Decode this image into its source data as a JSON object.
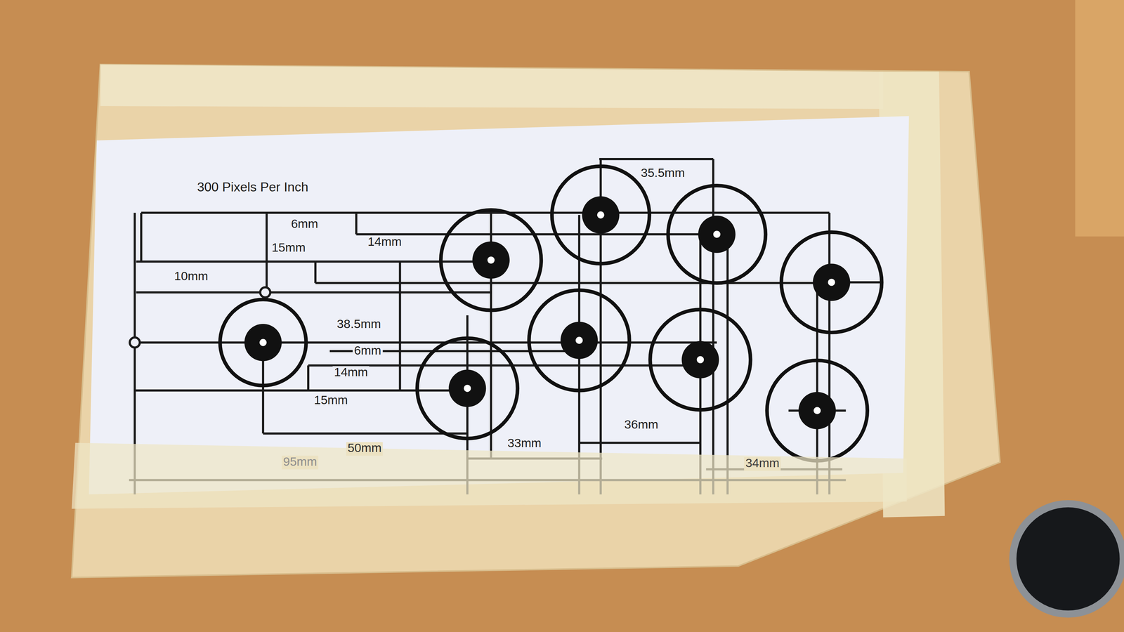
{
  "diagram": {
    "labels": [
      "300 Pixels Per Inch",
      "35.5mm",
      "6mm",
      "14mm",
      "15mm",
      "10mm",
      "38.5mm",
      "6mm",
      "14mm",
      "15mm",
      "50mm",
      "95mm",
      "33mm",
      "36mm",
      "34mm"
    ]
  }
}
